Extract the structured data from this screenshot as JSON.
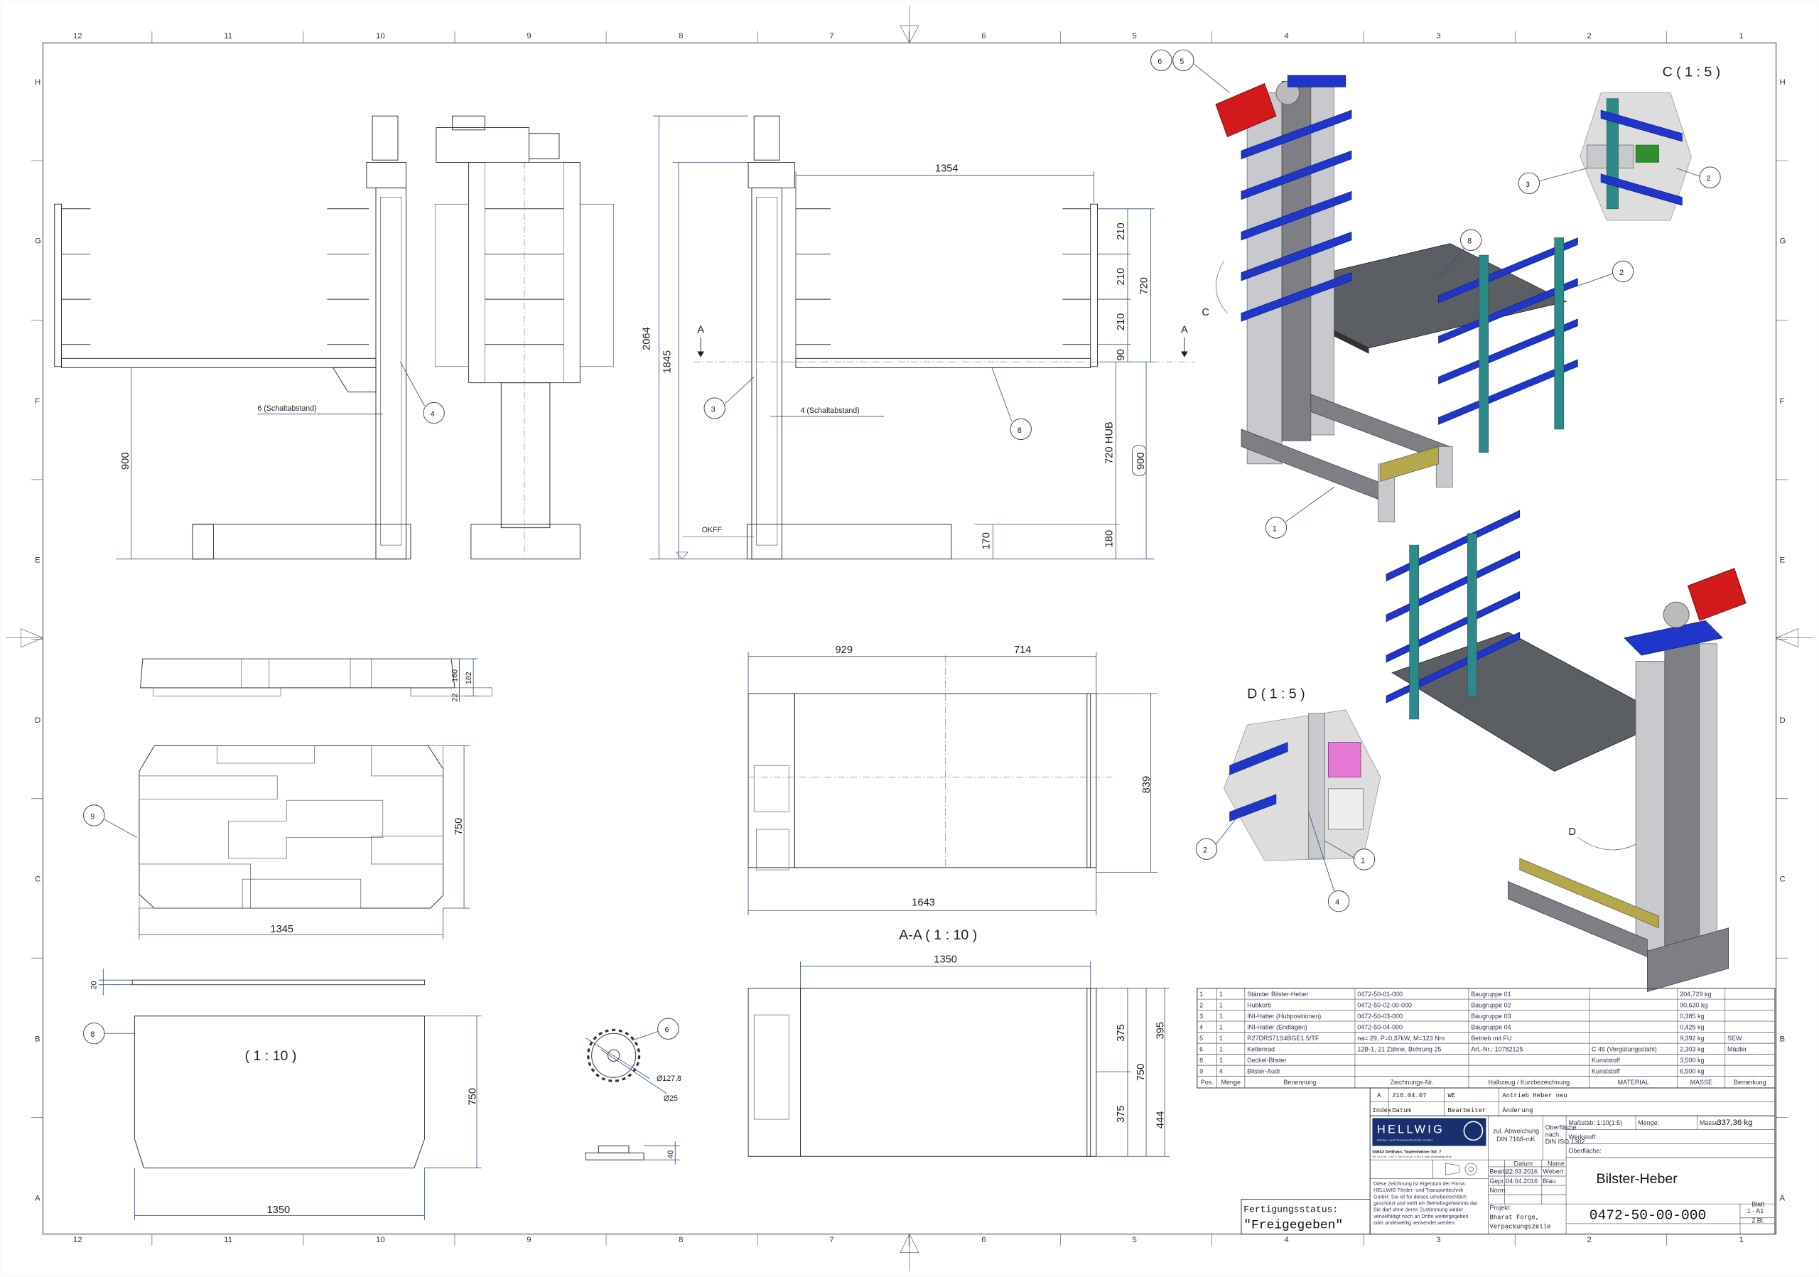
{
  "frame": {
    "columns": [
      "12",
      "11",
      "10",
      "9",
      "8",
      "7",
      "6",
      "5",
      "4",
      "3",
      "2",
      "1"
    ],
    "rows": [
      "H",
      "G",
      "F",
      "E",
      "D",
      "C",
      "B",
      "A"
    ]
  },
  "side_view_left": {
    "dim_900": "900",
    "schaltabstand": "6 (Schaltabstand)",
    "balloon": "4"
  },
  "side_view_right": {
    "dim_1354": "1354",
    "dim_210a": "210",
    "dim_210b": "210",
    "dim_210c": "210",
    "dim_720": "720",
    "dim_90": "90",
    "dim_2064": "2064",
    "dim_1845": "1845",
    "schaltabstand": "4 (Schaltabstand)",
    "hub": "720 HUB",
    "dim_900": "900",
    "dim_180": "180",
    "dim_170": "170",
    "okff": "OKFF",
    "section_a_left": "A",
    "section_a_right": "A",
    "balloon_3": "3",
    "balloon_8": "8"
  },
  "top_view": {
    "dim_929": "929",
    "dim_714": "714",
    "dim_839": "839",
    "dim_1643": "1643"
  },
  "section_aa": {
    "title": "A-A ( 1 : 10 )",
    "dim_1350": "1350",
    "dim_395": "395",
    "dim_375a": "375",
    "dim_750": "750",
    "dim_375b": "375",
    "dim_444": "444"
  },
  "blister": {
    "dim_160": "160",
    "dim_22": "22",
    "dim_182": "182",
    "dim_750": "750",
    "dim_1345": "1345",
    "balloon": "9"
  },
  "cover": {
    "dim_20": "20",
    "scale": "( 1 : 10 )",
    "dim_750": "750",
    "dim_1350": "1350",
    "balloon": "8"
  },
  "sprocket": {
    "balloon": "6",
    "dia_outer": "Ø127,8",
    "dia_bore": "Ø25",
    "dim_40": "40"
  },
  "iso_view_1": {
    "label_c": "C",
    "balloons": [
      "6",
      "5",
      "8",
      "2",
      "1"
    ]
  },
  "detail_c": {
    "title": "C ( 1 : 5 )",
    "balloons": [
      "3",
      "2"
    ]
  },
  "detail_d": {
    "title": "D ( 1 : 5 )",
    "balloons": [
      "2",
      "1",
      "4"
    ]
  },
  "iso_view_2": {
    "label_d": "D"
  },
  "parts_list": {
    "headers": [
      "Pos.",
      "Menge",
      "Benennung",
      "Zeichnungs-Nr.",
      "Halbzeug / Kurzbezeichnung",
      "MATERIAL",
      "MASSE",
      "Bemerkung"
    ],
    "rows": [
      [
        "1",
        "1",
        "Ständer Bilster-Heber",
        "0472-50-01-000",
        "Baugruppe 01",
        "",
        "204,729 kg",
        ""
      ],
      [
        "2",
        "1",
        "Hubkorb",
        "0472-50-02-00-000",
        "Baugruppe 02",
        "",
        "90,630 kg",
        ""
      ],
      [
        "3",
        "1",
        "INI-Halter (Hubpositionen)",
        "0472-50-03-000",
        "Baugruppe 03",
        "",
        "0,385 kg",
        ""
      ],
      [
        "4",
        "1",
        "INI-Halter (Endlagen)",
        "0472-50-04-000",
        "Baugruppe 04",
        "",
        "0,425 kg",
        ""
      ],
      [
        "5",
        "1",
        "R27DRS71S4BGE1.5/TF",
        "na= 29, P=0,37kW, M=123 Nm",
        "Betrieb mit FU",
        "",
        "9,392 kg",
        "SEW"
      ],
      [
        "6",
        "1",
        "Kettenrad",
        "12B-1, 21 Zähne, Bohrung 25",
        "Art.-Nr.: 10782125",
        "C 45 (Vergütungsstahl)",
        "2,303 kg",
        "Mädler"
      ],
      [
        "8",
        "1",
        "Deckel-Blister",
        "",
        "",
        "Kunststoff",
        "3,500 kg",
        ""
      ],
      [
        "9",
        "4",
        "Blister-Audi",
        "",
        "",
        "Kunststoff",
        "6,500 kg",
        ""
      ]
    ]
  },
  "revision": {
    "index": "A",
    "date": "216.04.07",
    "editor": "WE",
    "change": "Antrieb Heber neu",
    "h_index": "Index",
    "h_date": "Datum",
    "h_editor": "Bearbeiter",
    "h_change": "Änderung"
  },
  "title_block": {
    "company": "HELLWIG",
    "company_sub": "Förder- und Transporttechnik GmbH",
    "address": "04643 Geithain, Tautenhainer Str. 7",
    "contact": "Tel. 03 43 41 / 4 61 0, Fax 03 43 41 / 4 61 15, mail: info@hellwig-ftt.de",
    "tolerance_1": "zul. Abweichung",
    "tolerance_2": "DIN 7168-mK",
    "surface_1": "Oberfläche",
    "surface_2": "nach",
    "surface_3": "DIN ISO 1302",
    "scale": "Maßstab: 1:10(1:5)",
    "quantity": "Menge:",
    "mass_label": "Masse:",
    "mass_value": "337,36 kg",
    "material": "Werkstoff:",
    "surface": "Oberfläche:",
    "h_datum": "Datum",
    "h_name": "Name",
    "bearb": "Bearb.:",
    "bearb_date": "22.03.2016",
    "bearb_name": "Webert",
    "gepr": "Gepr.:",
    "gepr_date": "04.04.2016",
    "gepr_name": "Blau",
    "norm": "Norm:",
    "notice": [
      "Diese Zeichnung ist Eigentum der Firma:",
      "HELLWIG Förder- und Transporttechnik",
      "GmbH. Sie ist für dieses urheberrechtlich",
      "geschützt und stellt ein Betriebsgeheimnis dar.",
      "Sie darf ohne deren Zustimmung weder",
      "vervielfältigt noch an Dritte weitergegeben",
      "oder anderweitig verwendet werden."
    ],
    "project_label": "Projekt:",
    "project_1": "Bharat Forge,",
    "project_2": "Verpackungszelle",
    "title": "Bilster-Heber",
    "drawing_no": "0472-50-00-000",
    "sheet_label": "Blatt",
    "sheet": "1 - A1",
    "sheets": "2 Bl."
  },
  "status": {
    "label": "Fertigungsstatus:",
    "value": "\"Freigegeben\""
  }
}
